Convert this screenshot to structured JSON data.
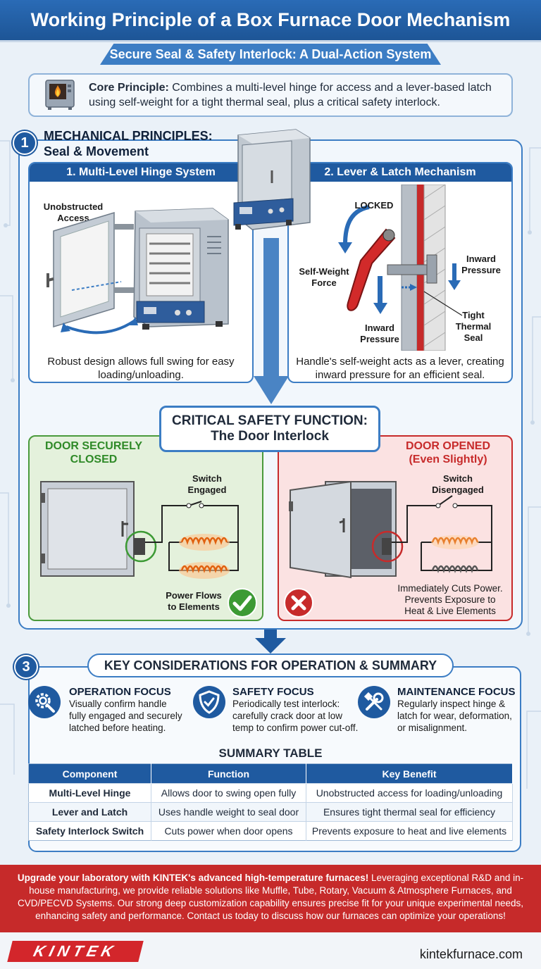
{
  "header": {
    "title": "Working Principle of a Box Furnace Door Mechanism",
    "subtitle": "Secure Seal & Safety Interlock: A Dual-Action System"
  },
  "core": {
    "label": "Core Principle:",
    "text": " Combines a multi-level hinge for access and a lever-based latch using self-weight for a tight thermal seal, plus a critical safety interlock."
  },
  "section1": {
    "number": "1",
    "title_line1": "MECHANICAL PRINCIPLES:",
    "title_line2": "Seal & Movement",
    "hinge": {
      "header": "1. Multi-Level Hinge System",
      "label_access_1": "Unobstructed",
      "label_access_2": "Access",
      "caption_1": "Robust design allows full swing for easy",
      "caption_2": "loading/unloading."
    },
    "lever": {
      "header": "2. Lever & Latch Mechanism",
      "label_locked": "LOCKED",
      "label_selfweight_1": "Self-Weight",
      "label_selfweight_2": "Force",
      "label_inward_right_1": "Inward",
      "label_inward_right_2": "Pressure",
      "label_inward_bottom_1": "Inward",
      "label_inward_bottom_2": "Pressure",
      "label_seal_1": "Tight",
      "label_seal_2": "Thermal",
      "label_seal_3": "Seal",
      "caption_1": "Handle's self-weight acts as a lever, creating",
      "caption_2": "inward pressure for an efficient seal."
    }
  },
  "safety": {
    "title_1": "CRITICAL SAFETY FUNCTION:",
    "title_2": "The Door Interlock",
    "closed": {
      "head_1": "DOOR SECURELY",
      "head_2": "CLOSED",
      "switch_1": "Switch",
      "switch_2": "Engaged",
      "result_1": "Power Flows",
      "result_2": "to Elements"
    },
    "opened": {
      "head_1": "DOOR OPENED",
      "head_2": "(Even Slightly)",
      "switch_1": "Switch",
      "switch_2": "Disengaged",
      "result_1": "Immediately Cuts Power.",
      "result_2": "Prevents Exposure to",
      "result_3": "Heat & Live Elements"
    }
  },
  "section3": {
    "number": "3",
    "title": "KEY CONSIDERATIONS FOR OPERATION & SUMMARY",
    "focus": [
      {
        "icon": "gear-search-icon",
        "title": "OPERATION FOCUS",
        "l1": "Visually confirm handle",
        "l2": "fully engaged and securely",
        "l3": "latched before heating."
      },
      {
        "icon": "shield-check-icon",
        "title": "SAFETY FOCUS",
        "l1": "Periodically test interlock:",
        "l2": "carefully crack door at low",
        "l3": "temp to confirm power cut-off."
      },
      {
        "icon": "wrench-screwdriver-icon",
        "title": "MAINTENANCE FOCUS",
        "l1": "Regularly inspect hinge &",
        "l2": "latch for wear, deformation,",
        "l3": "or misalignment."
      }
    ],
    "summary_title": "SUMMARY TABLE",
    "table": {
      "headers": [
        "Component",
        "Function",
        "Key Benefit"
      ],
      "rows": [
        [
          "Multi-Level Hinge",
          "Allows door to swing open fully",
          "Unobstructed access for loading/unloading"
        ],
        [
          "Lever and Latch",
          "Uses handle weight to seal door",
          "Ensures tight thermal seal for efficiency"
        ],
        [
          "Safety Interlock Switch",
          "Cuts power when door opens",
          "Prevents exposure to heat and live elements"
        ]
      ]
    }
  },
  "promo": {
    "bold": "Upgrade your laboratory with KINTEK's advanced high-temperature furnaces!",
    "text": " Leveraging exceptional R&D and in-house manufacturing, we provide reliable solutions like Muffle, Tube, Rotary, Vacuum & Atmosphere Furnaces, and CVD/PECVD Systems. Our strong deep customization capability ensures precise fit for your unique experimental needs, enhancing safety and performance. Contact us today to discuss how our furnaces can optimize your operations!"
  },
  "footer": {
    "logo": "KINTEK",
    "url": "kintekfurnace.com"
  },
  "colors": {
    "primary_blue": "#1f5aa0",
    "safe_green": "#4a9a3c",
    "danger_red": "#c72b2b",
    "promo_red": "#c62a2a"
  }
}
